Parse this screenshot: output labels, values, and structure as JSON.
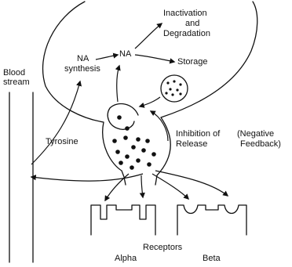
{
  "labels": {
    "blood_stream": [
      "Blood",
      "stream"
    ],
    "na_synthesis": [
      "NA",
      "synthesis"
    ],
    "na": "NA",
    "inactivation": [
      "Inactivation",
      "and",
      "Degradation"
    ],
    "storage": "Storage",
    "tyrosine": "Tyrosine",
    "inhibition": [
      "Inhibition of",
      "Release"
    ],
    "negative_feedback": [
      "(Negative",
      "Feedback)"
    ],
    "receptors": "Receptors",
    "alpha": "Alpha",
    "beta": "Beta"
  }
}
